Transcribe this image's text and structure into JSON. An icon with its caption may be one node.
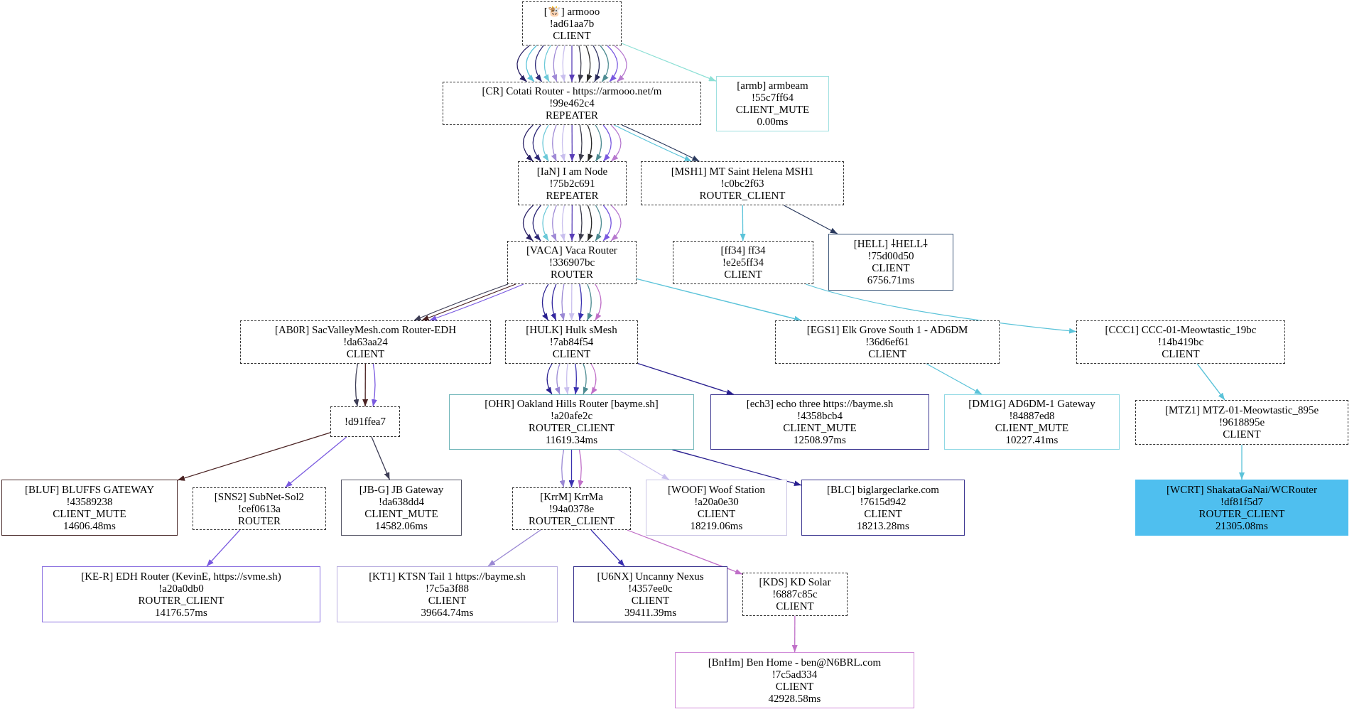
{
  "diagram": {
    "nodes": [
      {
        "text": [
          "[🐮] armooo",
          "!ad61aa7b",
          "CLIENT"
        ]
      },
      {
        "text": [
          "[CR] Cotati Router - https://armooo.net/m",
          "!99e462c4",
          "REPEATER"
        ]
      },
      {
        "text": [
          "[armb] armbeam",
          "!55c7ff64",
          "CLIENT_MUTE",
          "0.00ms"
        ]
      },
      {
        "text": [
          "[IaN] I am Node",
          "!75b2c691",
          "REPEATER"
        ]
      },
      {
        "text": [
          "[MSH1] MT Saint Helena MSH1",
          "!c0bc2f63",
          "ROUTER_CLIENT"
        ]
      },
      {
        "text": [
          "[VACA] Vaca Router",
          "!336907bc",
          "ROUTER"
        ]
      },
      {
        "text": [
          "[ff34] ff34",
          "!e2e5ff34",
          "CLIENT"
        ]
      },
      {
        "text": [
          "[HELL] ⸸HELL⸸",
          "!75d00d50",
          "CLIENT",
          "6756.71ms"
        ]
      },
      {
        "text": [
          "[AB0R] SacValleyMesh.com Router-EDH",
          "!da63aa24",
          "CLIENT"
        ]
      },
      {
        "text": [
          "[HULK] Hulk sMesh",
          "!7ab84f54",
          "CLIENT"
        ]
      },
      {
        "text": [
          "[EGS1] Elk Grove South 1 - AD6DM",
          "!36d6ef61",
          "CLIENT"
        ]
      },
      {
        "text": [
          "[CCC1] CCC-01-Meowtastic_19bc",
          "!14b419bc",
          "CLIENT"
        ]
      },
      {
        "text": [
          "!d91ffea7"
        ]
      },
      {
        "text": [
          "[OHR] Oakland Hills Router [bayme.sh]",
          "!a20afe2c",
          "ROUTER_CLIENT",
          "11619.34ms"
        ]
      },
      {
        "text": [
          "[ech3] echo three https://bayme.sh",
          "!4358bcb4",
          "CLIENT_MUTE",
          "12508.97ms"
        ]
      },
      {
        "text": [
          "[DM1G] AD6DM-1 Gateway",
          "!84887ed8",
          "CLIENT_MUTE",
          "10227.41ms"
        ]
      },
      {
        "text": [
          "[MTZ1] MTZ-01-Meowtastic_895e",
          "!9618895e",
          "CLIENT"
        ]
      },
      {
        "text": [
          "[BLUF] BLUFFS GATEWAY",
          "!43589238",
          "CLIENT_MUTE",
          "14606.48ms"
        ]
      },
      {
        "text": [
          "[SNS2] SubNet-Sol2",
          "!cef0613a",
          "ROUTER"
        ]
      },
      {
        "text": [
          "[JB-G] JB Gateway",
          "!da638dd4",
          "CLIENT_MUTE",
          "14582.06ms"
        ]
      },
      {
        "text": [
          "[KrrM] KrrMa",
          "!94a0378e",
          "ROUTER_CLIENT"
        ]
      },
      {
        "text": [
          "[WOOF] Woof Station",
          "!a20a0e30",
          "CLIENT",
          "18219.06ms"
        ]
      },
      {
        "text": [
          "[BLC] biglargeclarke.com",
          "!7615d942",
          "CLIENT",
          "18213.28ms"
        ]
      },
      {
        "text": [
          "[WCRT] ShakataGaNai/WCRouter",
          "!df81f5d7",
          "ROUTER_CLIENT",
          "21305.08ms"
        ]
      },
      {
        "text": [
          "[KE-R] EDH Router (KevinE, https://svme.sh)",
          "!a20a0db0",
          "ROUTER_CLIENT",
          "14176.57ms"
        ]
      },
      {
        "text": [
          "[KT1] KTSN Tail 1 https://bayme.sh",
          "!7c5a3f88",
          "CLIENT",
          "39664.74ms"
        ]
      },
      {
        "text": [
          "[U6NX] Uncanny Nexus",
          "!4357ee0c",
          "CLIENT",
          "39411.39ms"
        ]
      },
      {
        "text": [
          "[KDS] KD Solar",
          "!6887c85c",
          "CLIENT"
        ]
      },
      {
        "text": [
          "[BnHm] Ben Home - ben@N6BRL.com",
          "!7c5ad334",
          "CLIENT",
          "42928.58ms"
        ]
      }
    ],
    "edges": [
      {
        "from": 0,
        "to": 1,
        "arrow": "to",
        "color": "#2b2266"
      },
      {
        "from": 0,
        "to": 1,
        "arrow": "to",
        "color": "#5bc3d9"
      },
      {
        "from": 0,
        "to": 1,
        "arrow": "to",
        "color": "#2f2a78"
      },
      {
        "from": 0,
        "to": 1,
        "arrow": "to",
        "color": "#6cc9d8"
      },
      {
        "from": 0,
        "to": 1,
        "arrow": "to",
        "color": "#a08ad6"
      },
      {
        "from": 0,
        "to": 1,
        "arrow": "to",
        "color": "#c9bfee"
      },
      {
        "from": 0,
        "to": 1,
        "arrow": "to",
        "color": "#5a3fb8"
      },
      {
        "from": 0,
        "to": 1,
        "arrow": "to",
        "color": "#3d3d4d"
      },
      {
        "from": 0,
        "to": 1,
        "arrow": "to",
        "color": "#2a2a2a"
      },
      {
        "from": 0,
        "to": 1,
        "arrow": "to",
        "color": "#2b2d5e"
      },
      {
        "from": 0,
        "to": 1,
        "arrow": "to",
        "color": "#4e8c92"
      },
      {
        "from": 0,
        "to": 1,
        "arrow": "to",
        "color": "#7a5ae0"
      },
      {
        "from": 0,
        "to": 1,
        "arrow": "to",
        "color": "#b77acf"
      },
      {
        "from": 0,
        "to": 2,
        "arrow": "to",
        "color": "#8ee0d6"
      },
      {
        "from": 1,
        "to": 3,
        "arrow": "to",
        "color": "#2b2266"
      },
      {
        "from": 1,
        "to": 3,
        "arrow": "to",
        "color": "#2f2a78"
      },
      {
        "from": 1,
        "to": 3,
        "arrow": "to",
        "color": "#6cc9d8"
      },
      {
        "from": 1,
        "to": 3,
        "arrow": "to",
        "color": "#a08ad6"
      },
      {
        "from": 1,
        "to": 3,
        "arrow": "to",
        "color": "#c9bfee"
      },
      {
        "from": 1,
        "to": 3,
        "arrow": "to",
        "color": "#5a3fb8"
      },
      {
        "from": 1,
        "to": 3,
        "arrow": "to",
        "color": "#3d3d4d"
      },
      {
        "from": 1,
        "to": 3,
        "arrow": "to",
        "color": "#2a2a2a"
      },
      {
        "from": 1,
        "to": 3,
        "arrow": "to",
        "color": "#4e8c92"
      },
      {
        "from": 1,
        "to": 3,
        "arrow": "to",
        "color": "#7a5ae0"
      },
      {
        "from": 1,
        "to": 3,
        "arrow": "to",
        "color": "#b77acf"
      },
      {
        "from": 1,
        "to": 4,
        "arrow": "to",
        "color": "#5bc3d9"
      },
      {
        "from": 1,
        "to": 4,
        "arrow": "to",
        "color": "#2b3a5e"
      },
      {
        "from": 3,
        "to": 5,
        "arrow": "to",
        "color": "#2b2266"
      },
      {
        "from": 3,
        "to": 5,
        "arrow": "to",
        "color": "#2f2a78"
      },
      {
        "from": 3,
        "to": 5,
        "arrow": "to",
        "color": "#6cc9d8"
      },
      {
        "from": 3,
        "to": 5,
        "arrow": "to",
        "color": "#a08ad6"
      },
      {
        "from": 3,
        "to": 5,
        "arrow": "to",
        "color": "#c9bfee"
      },
      {
        "from": 3,
        "to": 5,
        "arrow": "to",
        "color": "#5a3fb8"
      },
      {
        "from": 3,
        "to": 5,
        "arrow": "to",
        "color": "#3d3d4d"
      },
      {
        "from": 3,
        "to": 5,
        "arrow": "to",
        "color": "#2a2a2a"
      },
      {
        "from": 3,
        "to": 5,
        "arrow": "to",
        "color": "#4e8c92"
      },
      {
        "from": 3,
        "to": 5,
        "arrow": "to",
        "color": "#7a5ae0"
      },
      {
        "from": 3,
        "to": 5,
        "arrow": "to",
        "color": "#b77acf"
      },
      {
        "from": 4,
        "to": 6,
        "arrow": "to",
        "color": "#5bc3d9"
      },
      {
        "from": 4,
        "to": 7,
        "arrow": "to",
        "color": "#2b3a5e"
      },
      {
        "from": 5,
        "to": 8,
        "arrow": "to",
        "color": "#3d3d55"
      },
      {
        "from": 5,
        "to": 8,
        "arrow": "to",
        "color": "#4a2222"
      },
      {
        "from": 5,
        "to": 8,
        "arrow": "to",
        "color": "#7a5ae0"
      },
      {
        "from": 5,
        "to": 9,
        "arrow": "to",
        "color": "#2a2090"
      },
      {
        "from": 5,
        "to": 9,
        "arrow": "to",
        "color": "#3528a0"
      },
      {
        "from": 5,
        "to": 9,
        "arrow": "to",
        "color": "#9a88d4"
      },
      {
        "from": 5,
        "to": 9,
        "arrow": "to",
        "color": "#c9bfee"
      },
      {
        "from": 5,
        "to": 9,
        "arrow": "to",
        "color": "#3a30b0"
      },
      {
        "from": 5,
        "to": 9,
        "arrow": "to",
        "color": "#4e8c92"
      },
      {
        "from": 5,
        "to": 9,
        "arrow": "to",
        "color": "#c070c8"
      },
      {
        "from": 5,
        "to": 10,
        "arrow": "to",
        "color": "#5bc3d9"
      },
      {
        "from": 6,
        "to": 11,
        "arrow": "to",
        "color": "#5bc3d9"
      },
      {
        "from": 8,
        "to": 12,
        "arrow": "to",
        "color": "#3d3d55"
      },
      {
        "from": 8,
        "to": 12,
        "arrow": "to",
        "color": "#4a2222"
      },
      {
        "from": 8,
        "to": 12,
        "arrow": "to",
        "color": "#7a5ae0"
      },
      {
        "from": 9,
        "to": 13,
        "arrow": "to",
        "color": "#2a2090"
      },
      {
        "from": 9,
        "to": 13,
        "arrow": "to",
        "color": "#9a88d4"
      },
      {
        "from": 9,
        "to": 13,
        "arrow": "to",
        "color": "#c9bfee"
      },
      {
        "from": 9,
        "to": 13,
        "arrow": "to",
        "color": "#3a30b0"
      },
      {
        "from": 9,
        "to": 13,
        "arrow": "to",
        "color": "#4e8c92"
      },
      {
        "from": 9,
        "to": 13,
        "arrow": "to",
        "color": "#c070c8"
      },
      {
        "from": 9,
        "to": 14,
        "arrow": "to",
        "color": "#2a2090"
      },
      {
        "from": 10,
        "to": 15,
        "arrow": "to",
        "color": "#5bc3d9"
      },
      {
        "from": 11,
        "to": 16,
        "arrow": "to",
        "color": "#5bc3d9"
      },
      {
        "from": 12,
        "to": 17,
        "arrow": "to",
        "color": "#4a2222"
      },
      {
        "from": 12,
        "to": 18,
        "arrow": "to",
        "color": "#7a5ae0"
      },
      {
        "from": 12,
        "to": 19,
        "arrow": "to",
        "color": "#3d3d55"
      },
      {
        "from": 13,
        "to": 20,
        "arrow": "to",
        "color": "#9a88d4"
      },
      {
        "from": 13,
        "to": 20,
        "arrow": "to",
        "color": "#3a30b0"
      },
      {
        "from": 13,
        "to": 20,
        "arrow": "to",
        "color": "#c070c8"
      },
      {
        "from": 13,
        "to": 21,
        "arrow": "to",
        "color": "#c9bfee"
      },
      {
        "from": 13,
        "to": 22,
        "arrow": "to",
        "color": "#2a2090"
      },
      {
        "from": 16,
        "to": 23,
        "arrow": "to",
        "color": "#5bc3d9"
      },
      {
        "from": 18,
        "to": 24,
        "arrow": "to",
        "color": "#7a5ae0"
      },
      {
        "from": 20,
        "to": 25,
        "arrow": "to",
        "color": "#9a88d4"
      },
      {
        "from": 20,
        "to": 26,
        "arrow": "to",
        "color": "#3a30b0"
      },
      {
        "from": 20,
        "to": 27,
        "arrow": "to",
        "color": "#c070c8"
      },
      {
        "from": 27,
        "to": 28,
        "arrow": "to",
        "color": "#c070c8"
      }
    ]
  }
}
